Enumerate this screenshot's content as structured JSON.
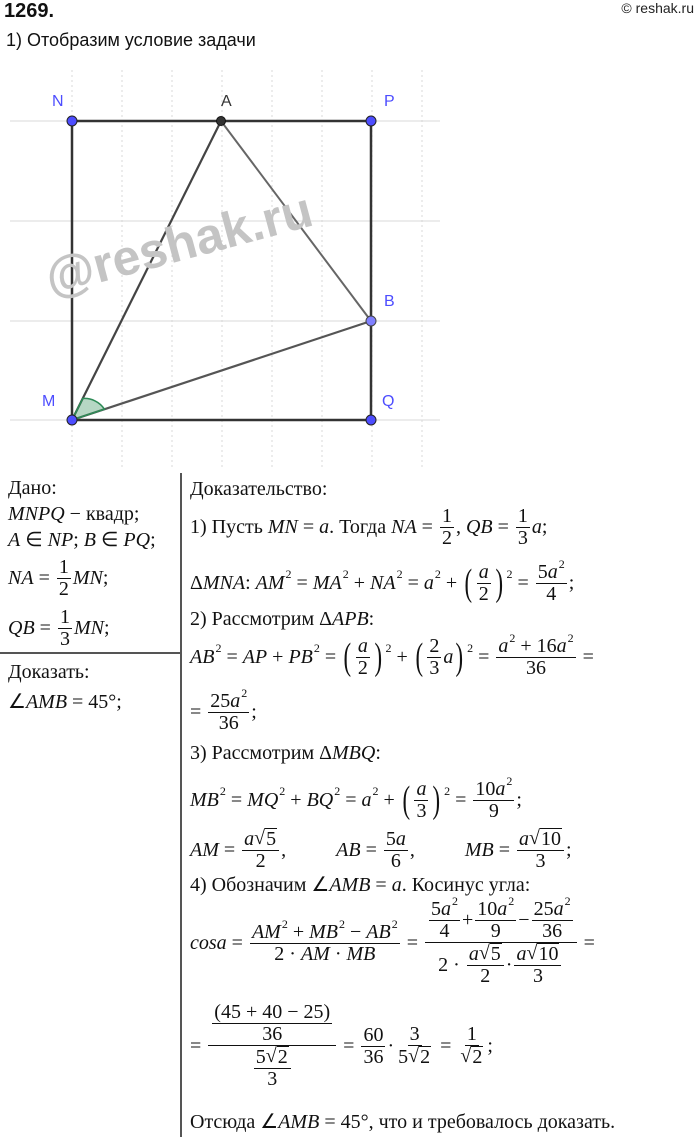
{
  "header": {
    "problem_number": "1269.",
    "site": "© reshak.ru",
    "step1": "1) Отобразим условие задачи"
  },
  "watermark": "@reshak.ru",
  "diagram": {
    "points": [
      {
        "label": "N"
      },
      {
        "label": "A"
      },
      {
        "label": "P"
      },
      {
        "label": "B"
      },
      {
        "label": "M"
      },
      {
        "label": "Q"
      }
    ],
    "point_color": "#4d4dff",
    "angle_color": "#2e8b57"
  },
  "given": [
    [
      {
        "t": "Дано:"
      }
    ],
    [
      {
        "i": "MNPQ"
      },
      {
        "t": " − квадр;"
      }
    ],
    [
      {
        "i": "A"
      },
      {
        "t": " ∈ "
      },
      {
        "i": "NP"
      },
      {
        "t": "; "
      },
      {
        "i": "B"
      },
      {
        "t": " ∈ "
      },
      {
        "i": "PQ"
      },
      {
        "t": ";"
      }
    ],
    [
      {
        "i": "NA"
      },
      {
        "t": " = "
      },
      {
        "frac": [
          [
            {
              "t": "1"
            }
          ],
          [
            {
              "t": "2"
            }
          ]
        ]
      },
      {
        "i": "MN"
      },
      {
        "t": ";"
      }
    ],
    [
      {
        "i": "QB"
      },
      {
        "t": " = "
      },
      {
        "frac": [
          [
            {
              "t": "1"
            }
          ],
          [
            {
              "t": "3"
            }
          ]
        ]
      },
      {
        "i": "MN"
      },
      {
        "t": ";"
      }
    ],
    [
      {
        "t": "Доказать:"
      }
    ],
    [
      {
        "t": "∠"
      },
      {
        "i": "AMB"
      },
      {
        "t": " = 45°;"
      }
    ]
  ],
  "proof": [
    [
      {
        "t": "Доказательство:"
      }
    ],
    [
      {
        "t": "1) Пусть "
      },
      {
        "i": "MN"
      },
      {
        "t": " = "
      },
      {
        "i": "a"
      },
      {
        "t": ". Тогда "
      },
      {
        "i": "NA"
      },
      {
        "t": " = "
      },
      {
        "frac": [
          [
            {
              "t": "1"
            }
          ],
          [
            {
              "t": "2"
            }
          ]
        ]
      },
      {
        "t": ", "
      },
      {
        "i": "QB"
      },
      {
        "t": " = "
      },
      {
        "frac": [
          [
            {
              "t": "1"
            }
          ],
          [
            {
              "t": "3"
            }
          ]
        ]
      },
      {
        "i": "a"
      },
      {
        "t": ";"
      }
    ],
    [
      {
        "t": "Δ"
      },
      {
        "i": "MNA"
      },
      {
        "t": ": "
      },
      {
        "i": "AM"
      },
      {
        "sup": "2"
      },
      {
        "t": " = "
      },
      {
        "i": "MA"
      },
      {
        "sup": "2"
      },
      {
        "t": " + "
      },
      {
        "i": "NA"
      },
      {
        "sup": "2"
      },
      {
        "t": " = "
      },
      {
        "i": "a"
      },
      {
        "sup": "2"
      },
      {
        "t": " + "
      },
      {
        "paren": [
          {
            "frac": [
              [
                {
                  "i": "a"
                }
              ],
              [
                {
                  "t": "2"
                }
              ]
            ]
          }
        ]
      },
      {
        "sup": "2"
      },
      {
        "t": " = "
      },
      {
        "frac": [
          [
            {
              "t": "5"
            },
            {
              "i": "a"
            },
            {
              "sup": "2"
            }
          ],
          [
            {
              "t": "4"
            }
          ]
        ]
      },
      {
        "t": ";"
      }
    ],
    [
      {
        "t": "2) Рассмотрим Δ"
      },
      {
        "i": "APB"
      },
      {
        "t": ":"
      }
    ],
    [
      {
        "i": "AB"
      },
      {
        "sup": "2"
      },
      {
        "t": " = "
      },
      {
        "i": "AP"
      },
      {
        "t": " + "
      },
      {
        "i": "PB"
      },
      {
        "sup": "2"
      },
      {
        "t": " = "
      },
      {
        "paren": [
          {
            "frac": [
              [
                {
                  "i": "a"
                }
              ],
              [
                {
                  "t": "2"
                }
              ]
            ]
          }
        ]
      },
      {
        "sup": "2"
      },
      {
        "t": " + "
      },
      {
        "paren": [
          {
            "frac": [
              [
                {
                  "t": "2"
                }
              ],
              [
                {
                  "t": "3"
                }
              ]
            ]
          },
          {
            "i": "a"
          }
        ]
      },
      {
        "sup": "2"
      },
      {
        "t": " = "
      },
      {
        "frac": [
          [
            {
              "i": "a"
            },
            {
              "sup": "2"
            },
            {
              "t": " + 16"
            },
            {
              "i": "a"
            },
            {
              "sup": "2"
            }
          ],
          [
            {
              "t": "36"
            }
          ]
        ]
      },
      {
        "t": " ="
      }
    ],
    [
      {
        "t": "= "
      },
      {
        "frac": [
          [
            {
              "t": "25"
            },
            {
              "i": "a"
            },
            {
              "sup": "2"
            }
          ],
          [
            {
              "t": "36"
            }
          ]
        ]
      },
      {
        "t": ";"
      }
    ],
    [
      {
        "t": "3) Рассмотрим Δ"
      },
      {
        "i": "MBQ"
      },
      {
        "t": ":"
      }
    ],
    [
      {
        "i": "MB"
      },
      {
        "sup": "2"
      },
      {
        "t": " = "
      },
      {
        "i": "MQ"
      },
      {
        "sup": "2"
      },
      {
        "t": " + "
      },
      {
        "i": "BQ"
      },
      {
        "sup": "2"
      },
      {
        "t": " = "
      },
      {
        "i": "a"
      },
      {
        "sup": "2"
      },
      {
        "t": " + "
      },
      {
        "paren": [
          {
            "frac": [
              [
                {
                  "i": "a"
                }
              ],
              [
                {
                  "t": "3"
                }
              ]
            ]
          }
        ]
      },
      {
        "sup": "2"
      },
      {
        "t": " = "
      },
      {
        "frac": [
          [
            {
              "t": "10"
            },
            {
              "i": "a"
            },
            {
              "sup": "2"
            }
          ],
          [
            {
              "t": "9"
            }
          ]
        ]
      },
      {
        "t": ";"
      }
    ],
    [
      {
        "i": "AM"
      },
      {
        "t": " = "
      },
      {
        "frac": [
          [
            {
              "i": "a"
            },
            {
              "sqrt": "5"
            }
          ],
          [
            {
              "t": "2"
            }
          ]
        ]
      },
      {
        "t": ",          "
      },
      {
        "i": "AB"
      },
      {
        "t": " = "
      },
      {
        "frac": [
          [
            {
              "t": "5"
            },
            {
              "i": "a"
            }
          ],
          [
            {
              "t": "6"
            }
          ]
        ]
      },
      {
        "t": ",          "
      },
      {
        "i": "MB"
      },
      {
        "t": " = "
      },
      {
        "frac": [
          [
            {
              "i": "a"
            },
            {
              "sqrt": "10"
            }
          ],
          [
            {
              "t": "3"
            }
          ]
        ]
      },
      {
        "t": ";"
      }
    ],
    [
      {
        "t": "4) Обозначим ∠"
      },
      {
        "i": "AMB"
      },
      {
        "t": " = "
      },
      {
        "i": "a"
      },
      {
        "t": ". Косинус угла:"
      }
    ],
    [
      {
        "i": "cosa"
      },
      {
        "t": " = "
      },
      {
        "frac": [
          [
            {
              "i": "AM"
            },
            {
              "sup": "2"
            },
            {
              "t": " + "
            },
            {
              "i": "MB"
            },
            {
              "sup": "2"
            },
            {
              "t": " − "
            },
            {
              "i": "AB"
            },
            {
              "sup": "2"
            }
          ],
          [
            {
              "t": "2 · "
            },
            {
              "i": "AM"
            },
            {
              "t": " · "
            },
            {
              "i": "MB"
            }
          ]
        ]
      },
      {
        "t": " = "
      },
      {
        "frac": [
          [
            {
              "frac": [
                [
                  {
                    "t": "5"
                  },
                  {
                    "i": "a"
                  },
                  {
                    "sup": "2"
                  }
                ],
                [
                  {
                    "t": "4"
                  }
                ]
              ]
            },
            {
              "t": "+"
            },
            {
              "frac": [
                [
                  {
                    "t": "10"
                  },
                  {
                    "i": "a"
                  },
                  {
                    "sup": "2"
                  }
                ],
                [
                  {
                    "t": "9"
                  }
                ]
              ]
            },
            {
              "t": "−"
            },
            {
              "frac": [
                [
                  {
                    "t": "25"
                  },
                  {
                    "i": "a"
                  },
                  {
                    "sup": "2"
                  }
                ],
                [
                  {
                    "t": "36"
                  }
                ]
              ]
            }
          ],
          [
            {
              "t": "2 · "
            },
            {
              "frac": [
                [
                  {
                    "i": "a"
                  },
                  {
                    "sqrt": "5"
                  }
                ],
                [
                  {
                    "t": "2"
                  }
                ]
              ]
            },
            {
              "t": "·"
            },
            {
              "frac": [
                [
                  {
                    "i": "a"
                  },
                  {
                    "sqrt": "10"
                  }
                ],
                [
                  {
                    "t": "3"
                  }
                ]
              ]
            }
          ]
        ]
      },
      {
        "t": " ="
      }
    ],
    [
      {
        "t": "= "
      },
      {
        "frac": [
          [
            {
              "frac": [
                [
                  {
                    "t": "(45 + 40 − 25)"
                  }
                ],
                [
                  {
                    "t": "36"
                  }
                ]
              ]
            }
          ],
          [
            {
              "frac": [
                [
                  {
                    "t": "5"
                  },
                  {
                    "sqrt": "2"
                  }
                ],
                [
                  {
                    "t": "3"
                  }
                ]
              ]
            }
          ]
        ]
      },
      {
        "t": " = "
      },
      {
        "frac": [
          [
            {
              "t": "60"
            }
          ],
          [
            {
              "t": "36"
            }
          ]
        ]
      },
      {
        "t": "·"
      },
      {
        "frac": [
          [
            {
              "t": "3"
            }
          ],
          [
            {
              "t": "5"
            },
            {
              "sqrt": "2"
            }
          ]
        ]
      },
      {
        "t": " = "
      },
      {
        "frac": [
          [
            {
              "t": "1"
            }
          ],
          [
            {
              "sqrt": "2"
            }
          ]
        ]
      },
      {
        "t": ";"
      }
    ],
    [
      {
        "t": "Отсюда ∠"
      },
      {
        "i": "AMB"
      },
      {
        "t": " = 45°, что и требовалось доказать."
      }
    ]
  ]
}
